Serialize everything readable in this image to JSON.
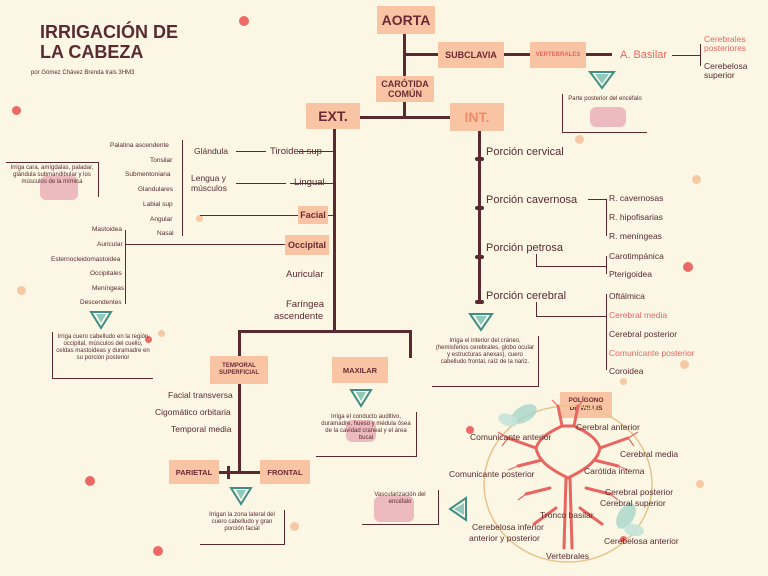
{
  "title": [
    "IRRIGACIÓN DE",
    "LA CABEZA"
  ],
  "author": "por Gómez Chávez Brenda Irais   3HM3",
  "nodes": {
    "aorta": "AORTA",
    "subclavia": "SUBCLAVIA",
    "vertebrales": "VERTEBRALES",
    "basilar": "A. Basilar",
    "carotida_comun": [
      "CARÓTIDA",
      "COMÚN"
    ],
    "ext": "EXT.",
    "int": "INT.",
    "temporal_superficial": [
      "TEMPORAL",
      "SUPERFICIAL"
    ],
    "maxilar": "MAXILAR",
    "parietal": "PARIETAL",
    "frontal": "FRONTAL",
    "poligono": [
      "POLÍGONO",
      "DE WILLIS"
    ]
  },
  "basilar_branches": {
    "cerebrales_posteriores": [
      "Cerebrales",
      "posteriores"
    ],
    "cerebelosa_superior": [
      "Cerebelosa",
      "superior"
    ]
  },
  "notes": {
    "basilar": "Parte posterior del encéfalo",
    "facial": "Irriga cara, amígdalas, paladar, glándula submandibular y los músculos de la mímica",
    "occipital": "Irriga cuero cabelludo en la región occipital, músculos del cuello, celdas mastoideas y duramadre en su porción posterior",
    "maxilar": "Irriga el conducto auditivo, duramadre, hueso y médula ósea de la cavidad craneal y el área bucal",
    "temporal": "Irrigan la zona lateral del cuero cabelludo y gran porción facial",
    "interna": "Irriga el interior del cráneo, (hemisferios cerebrales, globo ocular y estructuras anexas), cuero cabelludo frontal, raíz de la nariz.",
    "willis": "Vascularización del encéfalo"
  },
  "external_branches": {
    "tiroidea": "Tiroidea sup",
    "glandula": "Glándula",
    "lingual": "Lingual",
    "lengua_musculos": [
      "Lengua y",
      "músculos"
    ],
    "facial": "Facial",
    "occipital": "Occipital",
    "auricular": "Auricular",
    "faringea": [
      "Faríngea",
      "ascendente"
    ]
  },
  "facial_branches": [
    "Palatina ascendente",
    "Tonsilar",
    "Submentoniana",
    "Glandulares",
    "Labial sup",
    "Angular",
    "Nasal"
  ],
  "occipital_branches": [
    "Mastoidea",
    "Auricular",
    "Esternocleidomastoidea",
    "Occipitales",
    "Meníngeas",
    "Descendentes"
  ],
  "temporal_branches": [
    "Facial transversa",
    "Cigomático orbitaria",
    "Temporal media"
  ],
  "internal_portions": {
    "cervical": "Porción cervical",
    "cavernosa": "Porción cavernosa",
    "petrosa": "Porción petrosa",
    "cerebral": "Porción cerebral"
  },
  "cavernosa_branches": [
    "R. cavernosas",
    "R. hipofisarias",
    "R. meníngeas"
  ],
  "petrosa_branches": [
    "Carotimpánica",
    "Pterigoidea"
  ],
  "cerebral_branches": [
    "Oftálmica",
    "Cerebral media",
    "Cerebral posterior",
    "Comunicante posterior",
    "Coroidea"
  ],
  "willis_labels": {
    "cerebral_anterior": "Cerebral anterior",
    "comunicante_anterior": "Comunicante anterior",
    "cerebral_media": "Cerebral media",
    "comunicante_posterior": "Comunicante posterior",
    "carotida_interna": "Carótida interna",
    "cerebral_posterior": "Cerebral posterior",
    "cerebral_superior": "Cerebral superior",
    "tronco_basilar": "Tronco basilar",
    "cerebelosa_inferior": [
      "Cerebelosa inferior",
      "anterior y posterior"
    ],
    "cerebelosa_anterior": "Cerebelosa anterior",
    "vertebrales": "Vertebrales"
  },
  "colors": {
    "background": "#fbf7e4",
    "box": "#f9c4a4",
    "line": "#5a2a30",
    "accent": "#e8665f",
    "teal": "#3f8f86"
  }
}
